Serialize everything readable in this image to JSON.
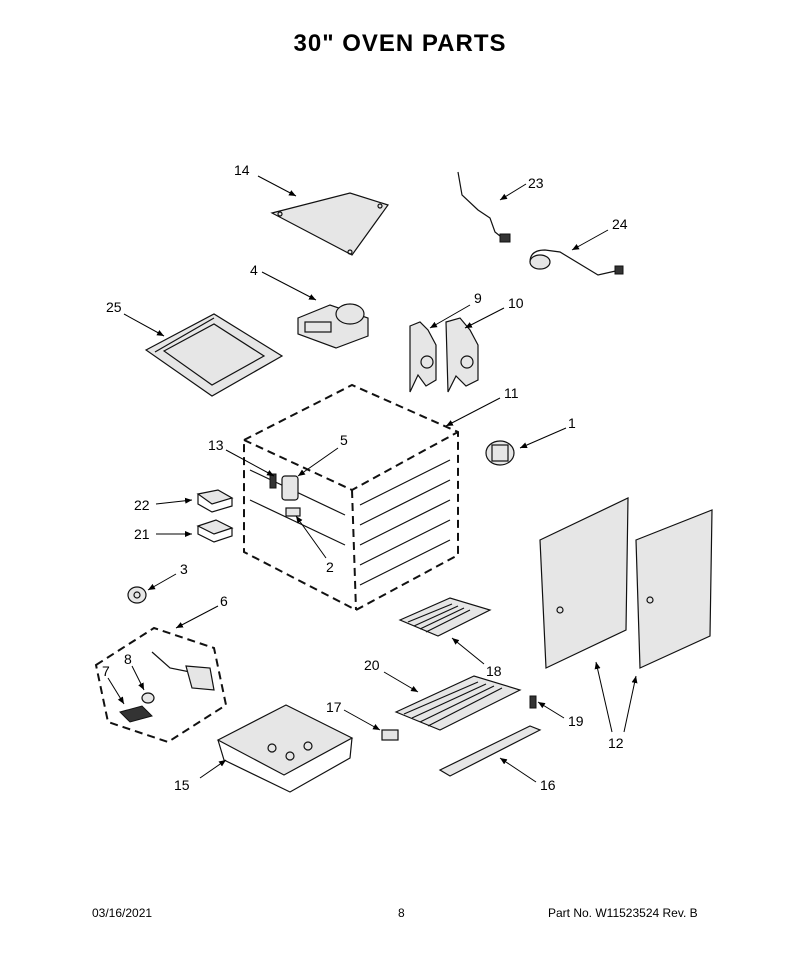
{
  "title": "30\" OVEN PARTS",
  "callouts": {
    "c1": "1",
    "c2": "2",
    "c3": "3",
    "c4": "4",
    "c5": "5",
    "c6": "6",
    "c7": "7",
    "c8": "8",
    "c9": "9",
    "c10": "10",
    "c11": "11",
    "c12": "12",
    "c13": "13",
    "c14": "14",
    "c15": "15",
    "c16": "16",
    "c17": "17",
    "c18": "18",
    "c19": "19",
    "c20": "20",
    "c21": "21",
    "c22": "22",
    "c23": "23",
    "c24": "24",
    "c25": "25"
  },
  "footer": {
    "date": "03/16/2021",
    "page": "8",
    "part_no": "Part No.  W11523524   Rev.  B"
  }
}
